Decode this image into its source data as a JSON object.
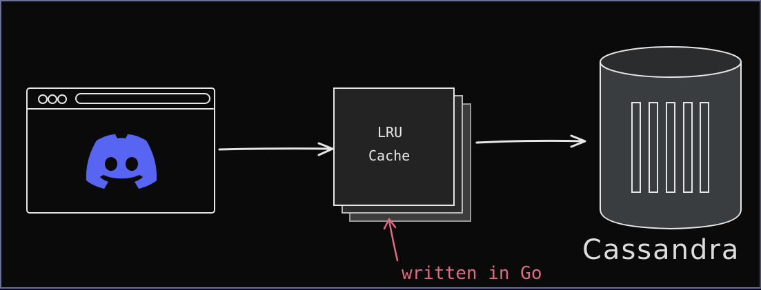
{
  "diagram": {
    "cache_box": {
      "line1": "LRU",
      "line2": "Cache"
    },
    "database": {
      "label": "Cassandra"
    },
    "annotation": {
      "text": "written in Go"
    }
  },
  "icons": {
    "browser": "browser-window-icon",
    "app": "discord-logo-icon",
    "database": "database-cylinder-icon"
  },
  "colors": {
    "background": "#0a0a0a",
    "stroke": "#e6e6e6",
    "discord": "#5865f2",
    "annotation": "#e06a83",
    "database_fill": "#3a3d40"
  }
}
